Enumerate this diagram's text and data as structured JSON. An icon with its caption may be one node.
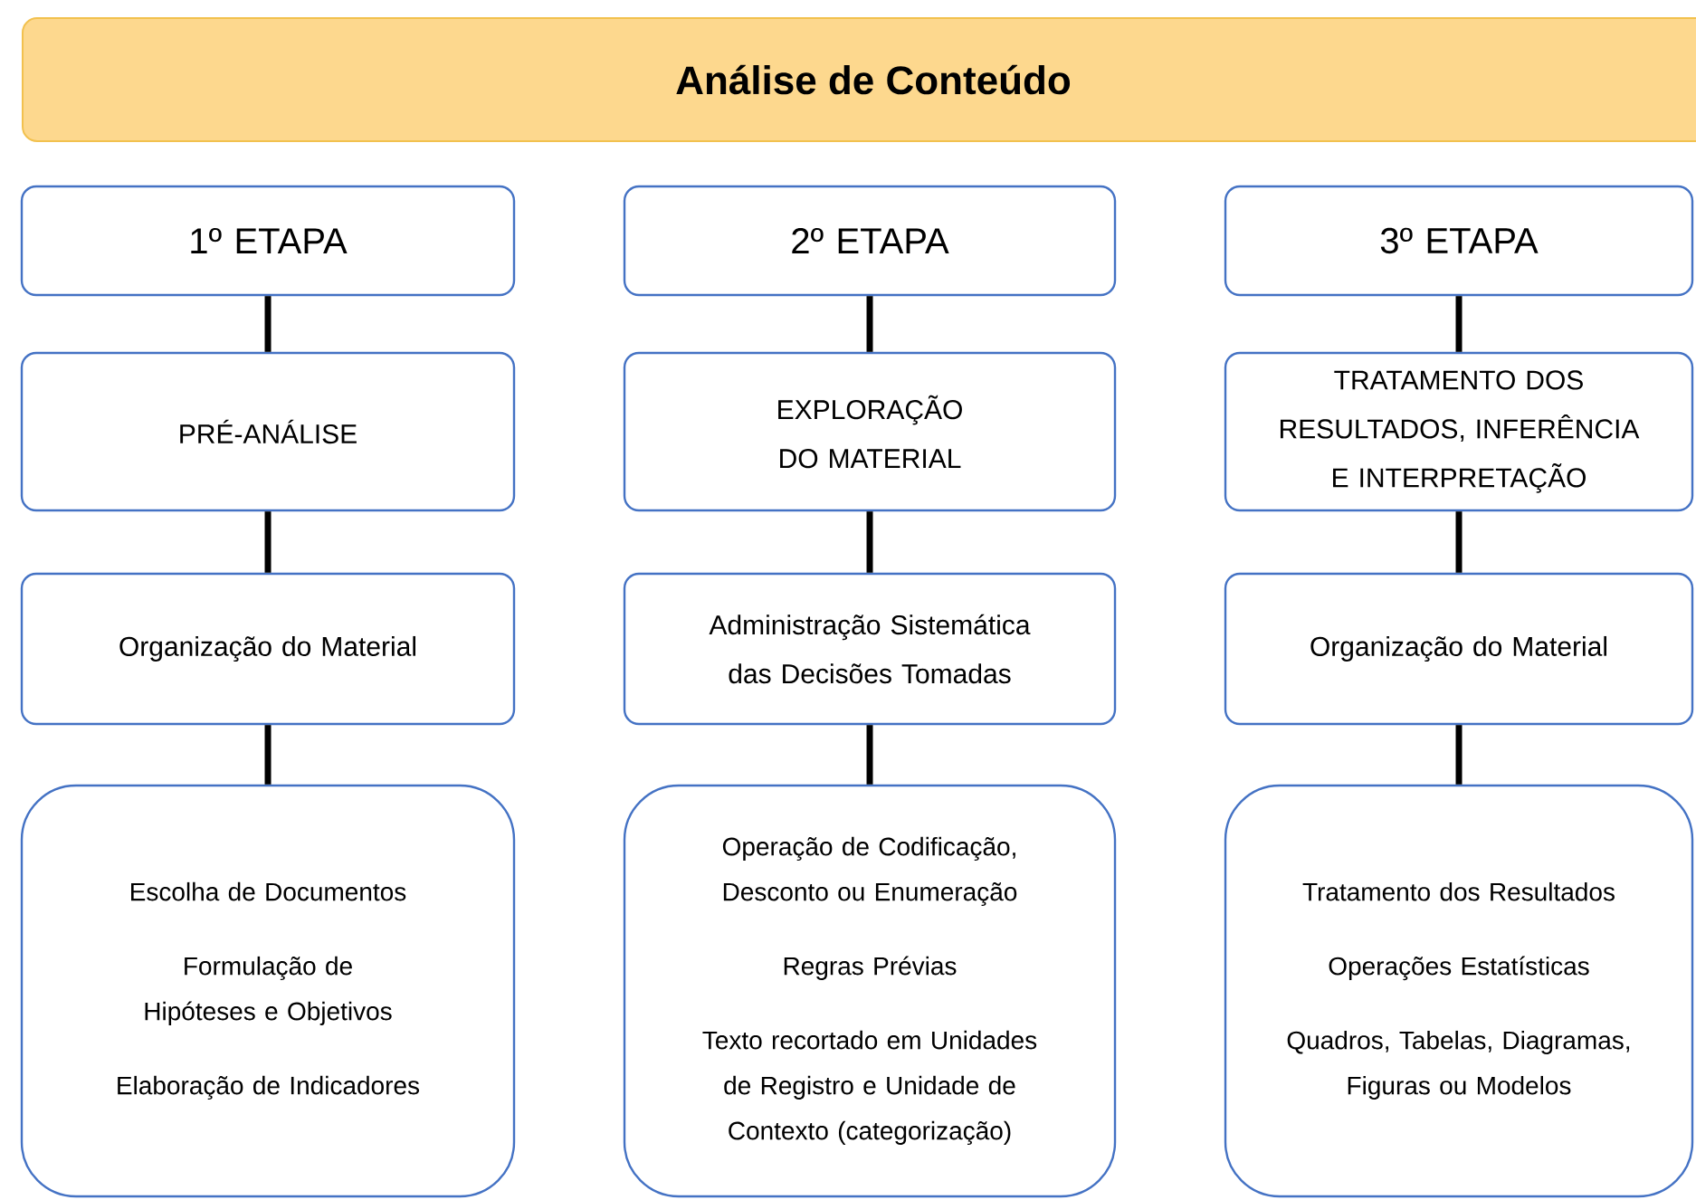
{
  "diagram": {
    "title": "Análise de Conteúdo",
    "nodes": [
      {
        "text": [
          "1º ETAPA"
        ]
      },
      {
        "text": [
          "2º ETAPA"
        ]
      },
      {
        "text": [
          "3º ETAPA"
        ]
      },
      {
        "text": [
          "PRÉ-ANÁLISE"
        ]
      },
      {
        "text": [
          "EXPLORAÇÃO DO MATERIAL"
        ]
      },
      {
        "text": [
          "TRATAMENTO DOS RESULTADOS, INFERÊNCIA E INTERPRETAÇÃO"
        ]
      },
      {
        "text": [
          "Organização do Material"
        ]
      },
      {
        "text": [
          "Administração Sistemática das Decisões Tomadas"
        ]
      },
      {
        "text": [
          "Organização do Material"
        ]
      },
      {
        "text": [
          "Escolha de Documentos",
          "Formulação de Hipóteses e Objetivos",
          "Elaboração de Indicadores"
        ]
      },
      {
        "text": [
          "Operação de Codificação, Desconto ou Enumeração",
          "Regras Prévias",
          "Texto recortado em Unidades de Registro e Unidade de Contexto (categorização)"
        ]
      },
      {
        "text": [
          "Tratamento dos Resultados",
          "Operações Estatísticas",
          "Quadros, Tabelas, Diagramas, Figuras ou Modelos"
        ]
      }
    ],
    "edges": [
      {
        "from": 0,
        "to": 3,
        "arrow": "none"
      },
      {
        "from": 1,
        "to": 4,
        "arrow": "none"
      },
      {
        "from": 2,
        "to": 5,
        "arrow": "none"
      },
      {
        "from": 3,
        "to": 6,
        "arrow": "none"
      },
      {
        "from": 4,
        "to": 7,
        "arrow": "none"
      },
      {
        "from": 5,
        "to": 8,
        "arrow": "none"
      },
      {
        "from": 6,
        "to": 9,
        "arrow": "none"
      },
      {
        "from": 7,
        "to": 10,
        "arrow": "none"
      },
      {
        "from": 8,
        "to": 11,
        "arrow": "none"
      }
    ]
  }
}
